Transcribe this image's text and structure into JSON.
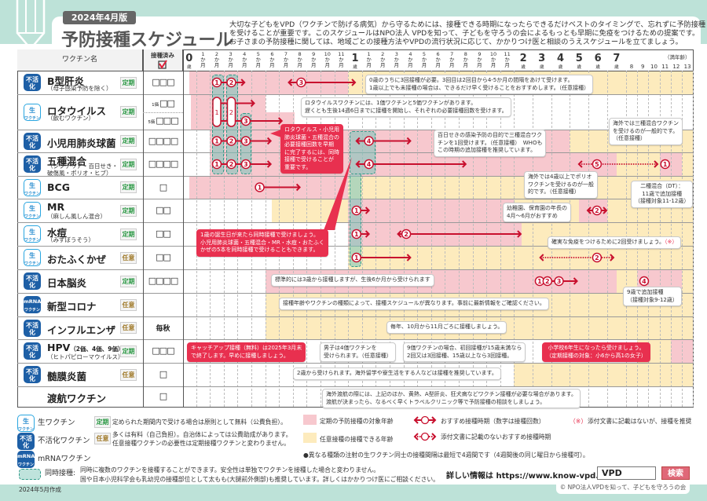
{
  "header": {
    "edition": "2024年4月版",
    "title": "予防接種スケジュール",
    "description": [
      "大切な子どもをVPD（ワクチンで防げる病気）から守るためには、接種できる時期になったらできるだけベストのタイミングで、忘れずに予防接種",
      "を受けることが重要です。このスケジュールはNPO法人 VPDを知って、子どもを守ろうの会によるもっとも早期に免疫をつけるための提案です。",
      "お子さまの予防接種に関しては、地域ごとの接種方法やVPDの流行状況に応じて、かかりつけ医と相談のうえスケジュールを立てましょう。"
    ]
  },
  "table": {
    "col_vaccine": "ワクチン名",
    "col_done": "接種済み",
    "age_note": "（満年齢）",
    "age_columns": [
      {
        "num": "0",
        "unit": "歳"
      },
      {
        "num": "1",
        "unit": "か月"
      },
      {
        "num": "2",
        "unit": "か月"
      },
      {
        "num": "3",
        "unit": "か月"
      },
      {
        "num": "4",
        "unit": "か月"
      },
      {
        "num": "5",
        "unit": "か月"
      },
      {
        "num": "6",
        "unit": "か月"
      },
      {
        "num": "7",
        "unit": "か月"
      },
      {
        "num": "8",
        "unit": "か月"
      },
      {
        "num": "9",
        "unit": "か月"
      },
      {
        "num": "10",
        "unit": "か月"
      },
      {
        "num": "11",
        "unit": "か月"
      },
      {
        "num": "1",
        "unit": "歳"
      },
      {
        "num": "1",
        "unit": "か月"
      },
      {
        "num": "2",
        "unit": "か月"
      },
      {
        "num": "3",
        "unit": "か月"
      },
      {
        "num": "4",
        "unit": "か月"
      },
      {
        "num": "5",
        "unit": "か月"
      },
      {
        "num": "6",
        "unit": "か月"
      },
      {
        "num": "7",
        "unit": "か月"
      },
      {
        "num": "8",
        "unit": "か月"
      },
      {
        "num": "9",
        "unit": "か月"
      },
      {
        "num": "10",
        "unit": "か月"
      },
      {
        "num": "11",
        "unit": "か月"
      },
      {
        "num": "2",
        "unit": "歳"
      },
      {
        "num": "3",
        "unit": "歳"
      },
      {
        "num": "4",
        "unit": "歳"
      },
      {
        "num": "5",
        "unit": "歳"
      },
      {
        "num": "6",
        "unit": "歳"
      },
      {
        "num": "7",
        "unit": "歳"
      },
      {
        "num": "8",
        "unit": ""
      },
      {
        "num": "9",
        "unit": ""
      },
      {
        "num": "10",
        "unit": ""
      },
      {
        "num": "11",
        "unit": ""
      },
      {
        "num": "12",
        "unit": ""
      },
      {
        "num": "13",
        "unit": ""
      }
    ]
  },
  "badges": {
    "live": [
      "生",
      "ワクチン"
    ],
    "inactivated": [
      "不活化",
      "ワクチン"
    ],
    "mrna": [
      "mRNA",
      "ワクチン"
    ]
  },
  "rows": [
    {
      "name": "B型肝炎",
      "sub": "（母子感染予防を除く）",
      "type": "inactivated",
      "category": "定期",
      "checks": [
        {
          "label": "",
          "boxes": "□□□"
        }
      ],
      "bands": [
        {
          "from": 0.5,
          "to": 12,
          "kind": "routine"
        },
        {
          "from": 12,
          "to": 168,
          "kind": "optional"
        }
      ],
      "doses": [
        {
          "n": "1",
          "age": 2.5
        },
        {
          "n": "2",
          "age": 3.55
        },
        {
          "n": "3",
          "age": 8.6
        }
      ],
      "arrows": [
        {
          "from": 2.5,
          "to": 3.55,
          "heads": "none",
          "style": "solid"
        },
        {
          "from": 3.55,
          "to": 4.5,
          "heads": "right",
          "style": "solid"
        },
        {
          "from": 7.7,
          "to": 12.5,
          "heads": "both",
          "style": "solid"
        }
      ]
    },
    {
      "name": "ロタウイルス",
      "sub": "（飲むワクチン）",
      "type": "live",
      "category": "定期",
      "checks": [
        {
          "label": "1価",
          "boxes": "□□"
        },
        {
          "label": "5価",
          "boxes": "□□□"
        }
      ],
      "bands": [
        {
          "from": 0.6,
          "to": 6,
          "kind": "routine",
          "sub": 0
        },
        {
          "from": 0.6,
          "to": 8.1,
          "kind": "routine",
          "sub": 1
        }
      ],
      "doses": [
        {
          "n": "1",
          "age": 2.5,
          "shape": "pill"
        },
        {
          "n": "2",
          "age": 3.55,
          "shape": "pill"
        },
        {
          "n": "3",
          "age": 4.6,
          "sub": 1
        }
      ],
      "arrows": [
        {
          "from": 2.5,
          "to": 3.55,
          "heads": "none",
          "style": "solid",
          "sub": 0
        },
        {
          "from": 3.55,
          "to": 5.2,
          "heads": "right",
          "style": "solid",
          "sub": 0
        },
        {
          "from": 2.5,
          "to": 3.55,
          "heads": "none",
          "style": "solid",
          "sub": 1
        },
        {
          "from": 3.55,
          "to": 4.6,
          "heads": "none",
          "style": "solid",
          "sub": 1
        },
        {
          "from": 4.6,
          "to": 7.2,
          "heads": "right",
          "style": "solid",
          "sub": 1
        }
      ]
    },
    {
      "name": "小児用肺炎球菌",
      "sub": "",
      "type": "inactivated",
      "category": "定期",
      "checks": [
        {
          "label": "",
          "boxes": "□□□□"
        }
      ],
      "bands": [
        {
          "from": 2,
          "to": 60,
          "kind": "routine"
        },
        {
          "from": 60,
          "to": 168,
          "kind": "optional"
        }
      ],
      "doses": [
        {
          "n": "1",
          "age": 2.5
        },
        {
          "n": "2",
          "age": 3.55
        },
        {
          "n": "3",
          "age": 4.6
        },
        {
          "n": "4",
          "age": 13.5
        }
      ],
      "arrows": [
        {
          "from": 2.5,
          "to": 4.6,
          "heads": "none",
          "style": "solid"
        },
        {
          "from": 4.6,
          "to": 6.4,
          "heads": "right",
          "style": "solid"
        },
        {
          "from": 12.6,
          "to": 16.5,
          "heads": "both",
          "style": "solid"
        }
      ]
    },
    {
      "name": "五種混合",
      "sub": "（ジフテリア・百日せき・\n破傷風・ポリオ・ヒブ）",
      "type": "inactivated",
      "category": "定期",
      "checks": [
        {
          "label": "",
          "boxes": "□□□□"
        }
      ],
      "bands": [
        {
          "from": 2,
          "to": 90,
          "kind": "routine"
        },
        {
          "from": 90,
          "to": 132,
          "kind": "optional"
        },
        {
          "from": 132,
          "to": 156,
          "kind": "routine"
        },
        {
          "from": 156,
          "to": 168,
          "kind": "optional"
        }
      ],
      "doses": [
        {
          "n": "1",
          "age": 2.5
        },
        {
          "n": "2",
          "age": 3.55
        },
        {
          "n": "3",
          "age": 4.6
        },
        {
          "n": "4",
          "age": 13.5
        },
        {
          "n": "5",
          "age": 77.4
        },
        {
          "n": "1",
          "age": 138
        }
      ],
      "arrows": [
        {
          "from": 2.5,
          "to": 4.6,
          "heads": "none",
          "style": "solid"
        },
        {
          "from": 4.6,
          "to": 6.4,
          "heads": "right",
          "style": "solid"
        },
        {
          "from": 12.6,
          "to": 20.5,
          "heads": "both",
          "style": "solid"
        },
        {
          "from": 65.8,
          "to": 129.8,
          "heads": "both",
          "style": "dotted"
        }
      ]
    },
    {
      "name": "BCG",
      "sub": "",
      "type": "live",
      "category": "定期",
      "checks": [
        {
          "label": "",
          "boxes": "□"
        }
      ],
      "bands": [
        {
          "from": 0.5,
          "to": 12,
          "kind": "routine"
        },
        {
          "from": 12,
          "to": 168,
          "kind": "optional"
        }
      ],
      "doses": [
        {
          "n": "1",
          "age": 5.6
        }
      ],
      "arrows": [
        {
          "from": 5.6,
          "to": 8.5,
          "heads": "right",
          "style": "solid"
        }
      ]
    },
    {
      "name": "MR",
      "sub": "（麻しん風しん混合）",
      "type": "live",
      "category": "定期",
      "checks": [
        {
          "label": "",
          "boxes": "□□"
        }
      ],
      "bands": [
        {
          "from": 6.5,
          "to": 12,
          "kind": "optional"
        },
        {
          "from": 12,
          "to": 24,
          "kind": "routine"
        },
        {
          "from": 24,
          "to": 66,
          "kind": "optional"
        },
        {
          "from": 66,
          "to": 84,
          "kind": "routine"
        },
        {
          "from": 84,
          "to": 168,
          "kind": "optional"
        }
      ],
      "doses": [
        {
          "n": "1",
          "age": 12.6
        },
        {
          "n": "2",
          "age": 77.4
        }
      ],
      "arrows": [
        {
          "from": 12.6,
          "to": 13.5,
          "heads": "right",
          "style": "solid"
        },
        {
          "from": 71.4,
          "to": 83.5,
          "heads": "both",
          "style": "solid"
        }
      ]
    },
    {
      "name": "水痘",
      "sub": "（みずぼうそう）",
      "type": "live",
      "category": "定期",
      "checks": [
        {
          "label": "",
          "boxes": "□□"
        }
      ],
      "bands": [
        {
          "from": 12,
          "to": 29,
          "kind": "routine"
        },
        {
          "from": 29,
          "to": 168,
          "kind": "optional"
        }
      ],
      "doses": [
        {
          "n": "1",
          "age": 12.6
        },
        {
          "n": "2",
          "age": 16.2
        }
      ],
      "arrows": [
        {
          "from": 12.6,
          "to": 13.5,
          "heads": "right",
          "style": "solid"
        },
        {
          "from": 15.6,
          "to": 28.5,
          "heads": "both",
          "style": "solid"
        }
      ]
    },
    {
      "name": "おたふくかぜ",
      "sub": "",
      "type": "live",
      "category": "任意",
      "checks": [
        {
          "label": "",
          "boxes": "□□"
        }
      ],
      "bands": [
        {
          "from": 12,
          "to": 168,
          "kind": "optional"
        }
      ],
      "doses": [
        {
          "n": "1",
          "age": 12.6
        },
        {
          "n": "2",
          "age": 77.4
        }
      ],
      "arrows": [
        {
          "from": 12.6,
          "to": 16.5,
          "heads": "right",
          "style": "solid"
        },
        {
          "from": 41,
          "to": 88,
          "heads": "both",
          "style": "dotted"
        }
      ]
    },
    {
      "name": "日本脳炎",
      "sub": "",
      "type": "inactivated",
      "category": "定期",
      "checks": [
        {
          "label": "",
          "boxes": "□□□□"
        }
      ],
      "bands": [
        {
          "from": 6,
          "to": 90,
          "kind": "routine"
        },
        {
          "from": 90,
          "to": 108,
          "kind": "optional"
        },
        {
          "from": 108,
          "to": 156,
          "kind": "routine"
        },
        {
          "from": 156,
          "to": 168,
          "kind": "optional"
        }
      ],
      "doses": [
        {
          "n": "1",
          "age": 40.6
        },
        {
          "n": "2",
          "age": 45.6
        },
        {
          "n": "3",
          "age": 53
        },
        {
          "n": "4",
          "age": 115.4
        }
      ],
      "arrows": [
        {
          "from": 40.6,
          "to": 53,
          "heads": "none",
          "style": "solid"
        },
        {
          "from": 53,
          "to": 64.6,
          "heads": "right",
          "style": "solid"
        }
      ]
    },
    {
      "name": "新型コロナ",
      "sub": "",
      "type": "mrna",
      "category": "任意",
      "checks": [
        {
          "label": "",
          "boxes": ""
        }
      ],
      "bands": [
        {
          "from": 6,
          "to": 168,
          "kind": "optional"
        }
      ],
      "doses": [],
      "arrows": []
    },
    {
      "name": "インフルエンザ",
      "sub": "",
      "type": "inactivated",
      "category": "任意",
      "checks": [
        {
          "label": "",
          "boxes": "毎秋"
        }
      ],
      "bands": [
        {
          "from": 6,
          "to": 168,
          "kind": "optional"
        }
      ],
      "doses": [],
      "arrows": []
    },
    {
      "name": "HPV",
      "name_extra": "（2価、4価、9価）",
      "sub": "（ヒトパピローマウイルス）",
      "type": "inactivated",
      "category": "定期",
      "checks": [
        {
          "label": "",
          "boxes": "□□□"
        }
      ],
      "bands": [
        {
          "from": 108,
          "to": 144,
          "kind": "optional"
        },
        {
          "from": 144,
          "to": 168,
          "kind": "routine"
        }
      ],
      "doses": [],
      "arrows": []
    },
    {
      "name": "髄膜炎菌",
      "sub": "",
      "type": "inactivated",
      "category": "任意",
      "checks": [
        {
          "label": "",
          "boxes": "□"
        }
      ],
      "bands": [
        {
          "from": 24,
          "to": 168,
          "kind": "optional"
        }
      ],
      "doses": [],
      "arrows": []
    },
    {
      "name": "渡航ワクチン",
      "sub": "",
      "type": "",
      "category": "",
      "checks": [
        {
          "label": "",
          "boxes": "□"
        }
      ],
      "bands": [],
      "doses": [],
      "arrows": []
    }
  ],
  "callouts": {
    "hepb": "0歳のうちに3回接種が必要。3回目は2回目から4-5か月の間隔をあけて受けます。\n1歳以上でも未接種の場合は、できるだけ早く受けることをおすすめします。（任意接種）",
    "rota": "ロタウイルスワクチンには、1価ワクチンと5価ワクチンがあります。\n遅くとも生後14週6日までに接種を開始し、それぞれの必要接種回数を受けます。",
    "simultaneous_early": "ロタウイルス・小児用\n肺炎球菌・五種混合の\n必要接種回数を早期\nに完了するには、同時\n接種で受けることが\n重要です。",
    "pertussis": "百日せきの感染予防の目的で三種混合ワク\nチンを1回受けます。（任意接種）　WHOも\nこの時期の追加接種を推奨しています。",
    "dtap_abroad": "海外では三種混合ワクチン\nを受けるのが一般的です。\n（任意接種）",
    "polio_abroad": "海外では4歳以上でポリオ\nワクチンを受けるのが一般\n的です。（任意接種）",
    "dt": "二種混合（DT）：\n11歳で追加接種\n（接種対象11-12歳）",
    "mr_kindergarten": "幼稚園、保育園の年長の\n4月～6月がおすすめ",
    "first_birthday": "1歳の誕生日が来たら同時接種で受けましょう。\n小児用肺炎球菌・五種混合・MR・水痘・おたふく\nかぜの5本を同時接種で受けることもできます。",
    "mumps_two": "確実な免疫をつけるために2回受けましょう。",
    "mumps_two_mark": "（※）",
    "je_standard": "標準的には3歳から接種しますが、生後6か月から受けられます",
    "je_booster": "9歳で追加接種\n（接種対象9-12歳）",
    "covid": "接種年齢やワクチンの種類によって、接種スケジュールが異なります。事前に最新情報をご確認ください。",
    "flu": "毎年、10月から11月ごろに接種しましょう。",
    "hpv_catchup": "キャッチアップ接種（無料）は2025年3月末\nで終了します。早めに接種しましょう。",
    "hpv_male": "男子は4価ワクチンを\n受けられます。（任意接種）",
    "hpv_9valent": "9価ワクチンの場合、初回接種が15歳未満なら\n2回又は3回接種、15歳以上なら3回接種。",
    "hpv_grade6": "小学校6年生になったら受けましょう。\n（定期接種の対象：小6から高1の女子）",
    "mening": "2歳から受けられます。海外留学や寮生活をする人などは接種を推奨しています。",
    "travel": "海外渡航の際には、上記のほか、黄熱、A型肝炎、狂犬病などワクチン接種が必要な場合があります。\n渡航が決まったら、なるべく早くトラベルクリニック等で予防接種の相談をしましょう。"
  },
  "legend": {
    "live": "生ワクチン",
    "inactivated": "不活化ワクチン",
    "mrna": "mRNAワクチン",
    "teiki_badge": "定期",
    "teiki_text": "定められた期間内で受ける場合は原則として無料（公費負担）。",
    "nini_badge": "任意",
    "nini_text": "多くは有料（自己負担）。自治体によっては公費助成があります。\n任意接種ワクチンの必要性は定期接種ワクチンと変わりません。",
    "pink": "定期の予防接種の対象年齢",
    "yellow": "任意接種の接種できる年齢",
    "arrow_solid": "おすすめ接種時期（数字は接種回数）",
    "arrow_dotted": "添付文書に記載のないおすすめ接種時期",
    "mark": "（※）",
    "mark_text": "添付文書に記載はないが、接種を推奨",
    "interval_note": "●異なる種類の注射の生ワクチン同士の接種間隔は最短で4週間です（4週間後の同じ曜日から接種可）。",
    "simultaneous_label": "同時接種:",
    "simultaneous_text": "同時に複数のワクチンを接種することができます。安全性は単独でワクチンを接種した場合と変わりません。\n国や日本小児科学会も乳幼児の接種部位として太もも(大腿前外側部)も推奨しています。詳しくはかかりつけ医にご相談ください。"
  },
  "footer": {
    "info": "詳しい情報は https://www.know-vpd.jp/",
    "search_value": "VPD",
    "search_button": "検索",
    "created": "2024年5月作成",
    "copyright": "© NPO法人VPDを知って、子どもを守ろうの会"
  },
  "colors": {
    "routine_band": "#f7c8ce",
    "optional_band": "#fdebbd",
    "schedule_red": "#c8102e",
    "callout_red": "#e8304f",
    "header_teal": "#bde2d8",
    "simultaneous_teal": "#78c4ba",
    "live_badge": "#2aa6e0",
    "inactivated_badge": "#1d5fa6"
  }
}
